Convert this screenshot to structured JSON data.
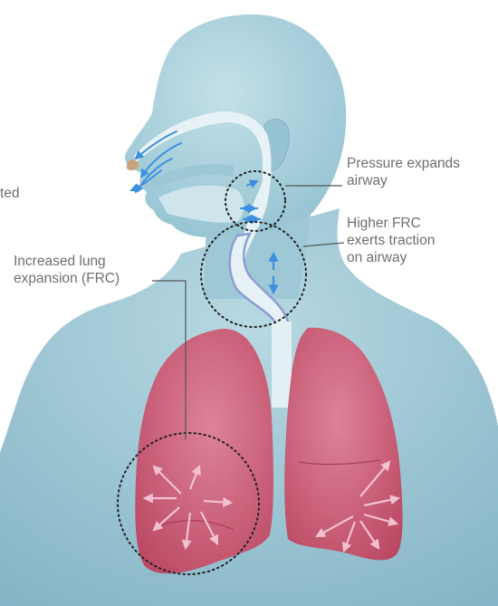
{
  "labels": {
    "cut_left": "ted",
    "pressure": [
      "Pressure expands",
      "airway"
    ],
    "traction": [
      "Higher FRC",
      "exerts traction",
      "on airway"
    ],
    "lung": [
      "Increased lung",
      "expansion (FRC)"
    ]
  },
  "colors": {
    "skin": "#a9cfdb",
    "skin_shadow": "#8dbccc",
    "airway": "#e7f2f6",
    "airway_wall": "#8a9fd6",
    "arrow_blue": "#3d8fe0",
    "lung": "#c4566f",
    "lung_light": "#d67c90",
    "arrow_pink": "#f0b8cb",
    "nose_tip": "#c9a27e",
    "label_text": "#6f6f6f",
    "leader": "#555555"
  }
}
